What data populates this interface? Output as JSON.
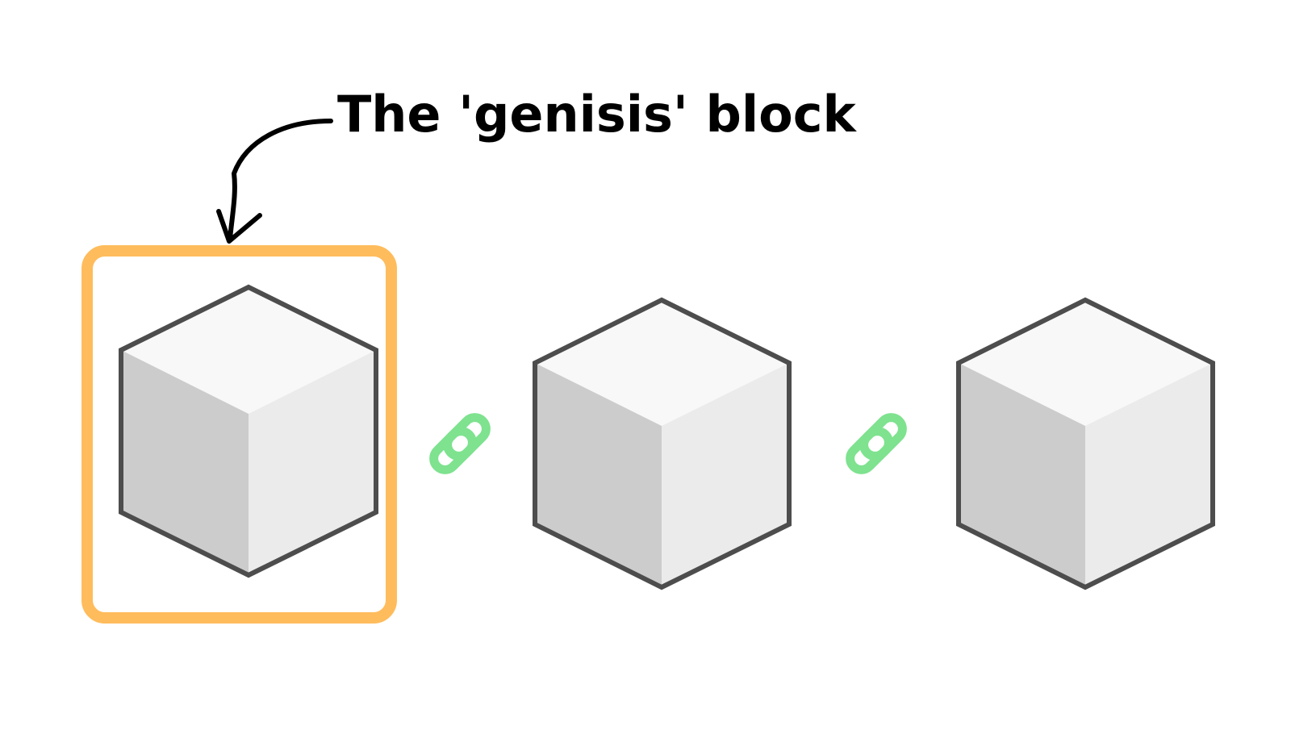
{
  "annotation": {
    "text": "The 'genisis' block"
  },
  "colors": {
    "background": "#ffffff",
    "cube_outline": "#4d4d4d",
    "cube_top": "#f8f8f8",
    "cube_left": "#cccccc",
    "cube_right": "#ebebeb",
    "highlight": "#ffbc5c",
    "chain": "#7ee28f",
    "arrow": "#000000"
  },
  "blocks": [
    {
      "id": "block-1",
      "highlighted": true,
      "icon": "cube-icon"
    },
    {
      "id": "block-2",
      "highlighted": false,
      "icon": "cube-icon"
    },
    {
      "id": "block-3",
      "highlighted": false,
      "icon": "cube-icon"
    }
  ],
  "links": [
    {
      "from": "block-1",
      "to": "block-2",
      "icon": "chain-link-icon"
    },
    {
      "from": "block-2",
      "to": "block-3",
      "icon": "chain-link-icon"
    }
  ]
}
